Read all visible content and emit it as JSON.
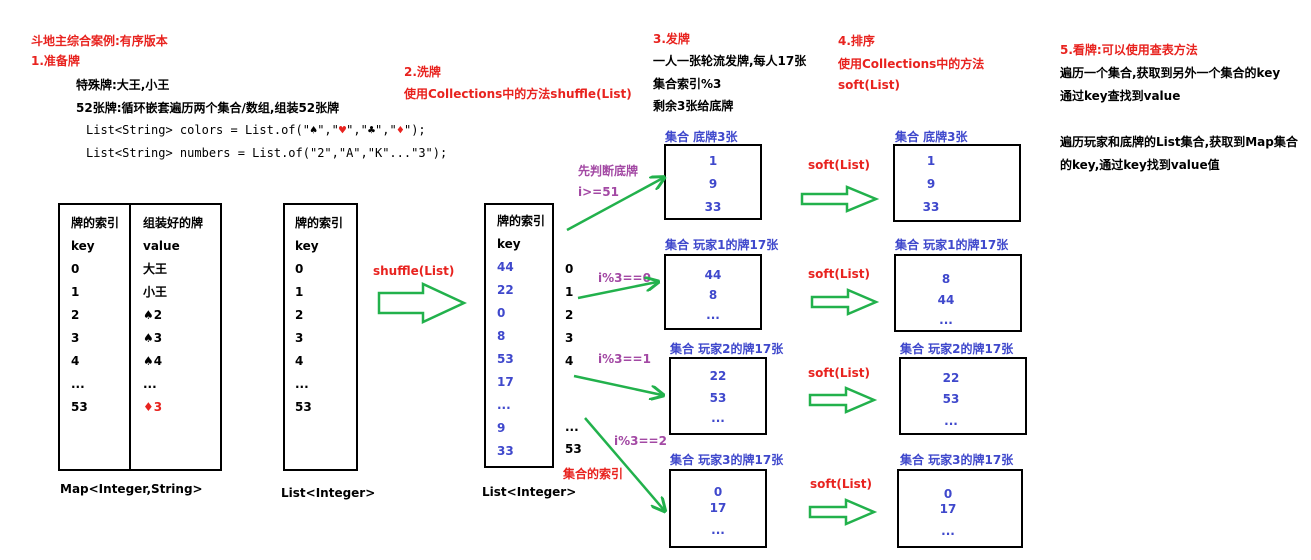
{
  "header": {
    "title": "斗地主综合案例:有序版本",
    "step1": "1.准备牌",
    "special": "特殊牌:大王,小王",
    "cards52": "52张牌:循环嵌套遍历两个集合/数组,组装52张牌",
    "colors_prefix": "List<String> colors = List.of(\"",
    "colors_sep1": "\",\"",
    "colors_sep2": "\",\"",
    "colors_sep3": "\",\"",
    "colors_suffix": "\");",
    "suit_spade": "♠",
    "suit_heart": "♥",
    "suit_club": "♣",
    "suit_diamond": "♦",
    "numbers_code": "List<String> numbers = List.of(\"2\",\"A\",\"K\"...\"3\");"
  },
  "step2": {
    "title": "2.洗牌",
    "desc": "使用Collections中的方法shuffle(List)"
  },
  "step3": {
    "title": "3.发牌",
    "line1": "一人一张轮流发牌,每人17张",
    "line2": "集合索引%3",
    "line3": "剩余3张给底牌"
  },
  "step4": {
    "title": "4.排序",
    "line1": "使用Collections中的方法",
    "line2": "soft(List)"
  },
  "step5": {
    "title": "5.看牌:可以使用查表方法",
    "line1": "遍历一个集合,获取到另外一个集合的key",
    "line2": "通过key查找到value",
    "line3": "遍历玩家和底牌的List集合,获取到Map集合",
    "line4": "的key,通过key找到value值"
  },
  "map_table": {
    "col1_header": [
      "牌的索引",
      "key"
    ],
    "col2_header": [
      "组装好的牌",
      "value"
    ],
    "keys": [
      "0",
      "1",
      "2",
      "3",
      "4",
      "...",
      "53"
    ],
    "values": [
      "大王",
      "小王",
      "♠2",
      "♠3",
      "♠4",
      "...",
      "♦3"
    ],
    "caption": "Map<Integer,String>"
  },
  "list_table": {
    "header": [
      "牌的索引",
      "key"
    ],
    "keys": [
      "0",
      "1",
      "2",
      "3",
      "4",
      "...",
      "53"
    ],
    "caption": "List<Integer>"
  },
  "shuffled_table": {
    "header": [
      "牌的索引",
      "key"
    ],
    "keys": [
      "44",
      "22",
      "0",
      "8",
      "53",
      "17",
      "...",
      "9",
      "33"
    ],
    "outside_index": [
      "0",
      "1",
      "2",
      "3",
      "4",
      "...",
      "53"
    ],
    "index_label": "集合的索引",
    "caption": "List<Integer>"
  },
  "shuffle_label": "shuffle(List)",
  "conditions": {
    "bottom": [
      "先判断底牌",
      "i>=51"
    ],
    "p1": "i%3==0",
    "p2": "i%3==1",
    "p3": "i%3==2"
  },
  "sort_label": "soft(List)",
  "groups_before": [
    {
      "title": "集合  底牌3张",
      "values": [
        "1",
        "9",
        "33"
      ]
    },
    {
      "title": "集合 玩家1的牌17张",
      "values": [
        "44",
        "8",
        "..."
      ]
    },
    {
      "title": "集合 玩家2的牌17张",
      "values": [
        "22",
        "53",
        "..."
      ]
    },
    {
      "title": "集合 玩家3的牌17张",
      "values": [
        "0",
        "17",
        "..."
      ]
    }
  ],
  "groups_after": [
    {
      "title": "集合  底牌3张",
      "values": [
        "1",
        "9",
        "33"
      ]
    },
    {
      "title": "集合 玩家1的牌17张",
      "values": [
        "8",
        "44",
        "..."
      ]
    },
    {
      "title": "集合 玩家2的牌17张",
      "values": [
        "22",
        "53",
        "..."
      ]
    },
    {
      "title": "集合 玩家3的牌17张",
      "values": [
        "0",
        "17",
        "..."
      ]
    }
  ],
  "colors": {
    "red": "#e8231f",
    "blue": "#3f48cc",
    "purple": "#a349a4",
    "green": "#22b14c"
  }
}
